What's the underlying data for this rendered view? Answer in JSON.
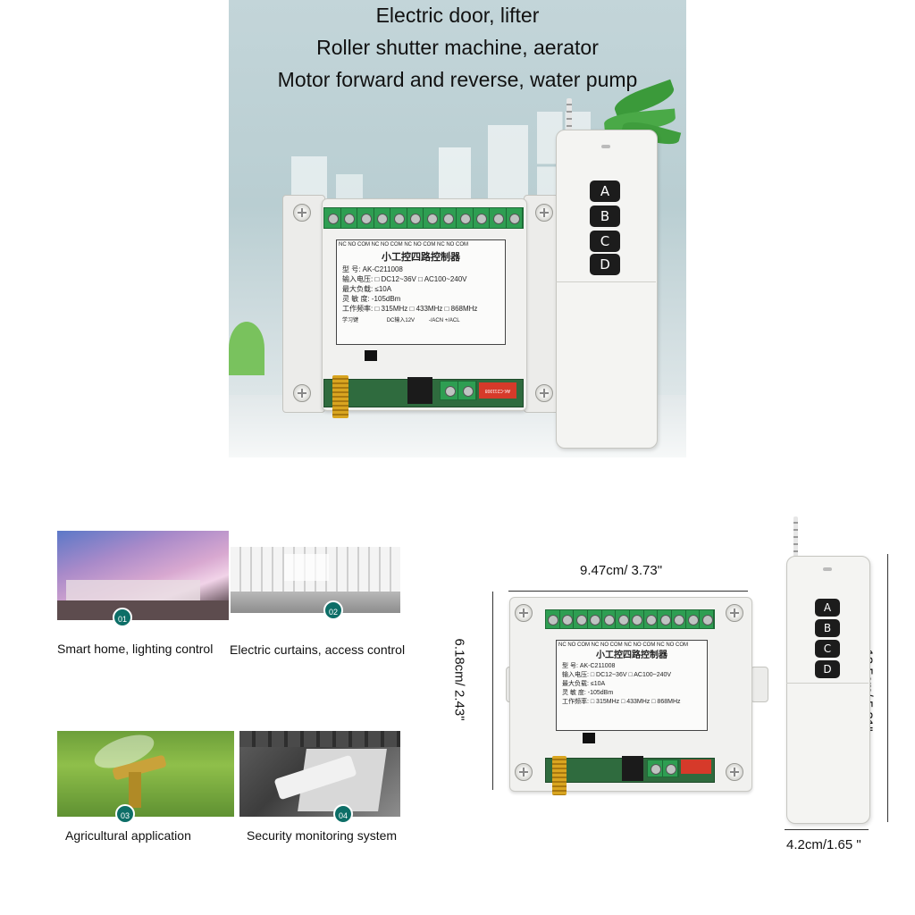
{
  "hero": {
    "lines": [
      "Electric door, lifter",
      "Roller shutter machine, aerator",
      "Motor forward and reverse, water pump"
    ]
  },
  "controller": {
    "title": "小工控四路控制器",
    "model": "型      号: AK-C211008",
    "input": "输入电压: □ DC12~36V   □ AC100~240V",
    "load": "最大负载: ≤10A",
    "sensitivity": "灵 敏 度: -105dBm",
    "frequency": "工作频率: □ 315MHz  □ 433MHz  □ 868MHz",
    "terminal_labels": "NC NO COM NC NO COM NC NO COM NC NO COM",
    "learn_label": "学习键",
    "dc_label": "DC输入12V",
    "ac_label": "-/ACN  +/ACL",
    "pcb_code": "AK-C211008"
  },
  "remote": {
    "buttons": [
      "A",
      "B",
      "C",
      "D"
    ]
  },
  "applications": [
    {
      "badge": "01",
      "caption": "Smart home, lighting control"
    },
    {
      "badge": "02",
      "caption": "Electric curtains, access control"
    },
    {
      "badge": "03",
      "caption": "Agricultural application"
    },
    {
      "badge": "04",
      "caption": "Security monitoring system"
    }
  ],
  "dimensions": {
    "width": "9.47cm/ 3.73\"",
    "height": "6.18cm/ 2.43\"",
    "remote_height": "13.5cm/ 5.31\"",
    "remote_width": "4.2cm/1.65 \""
  },
  "colors": {
    "badge": "#0d6e67",
    "terminal": "#2e9e52",
    "button": "#1c1c1c"
  }
}
